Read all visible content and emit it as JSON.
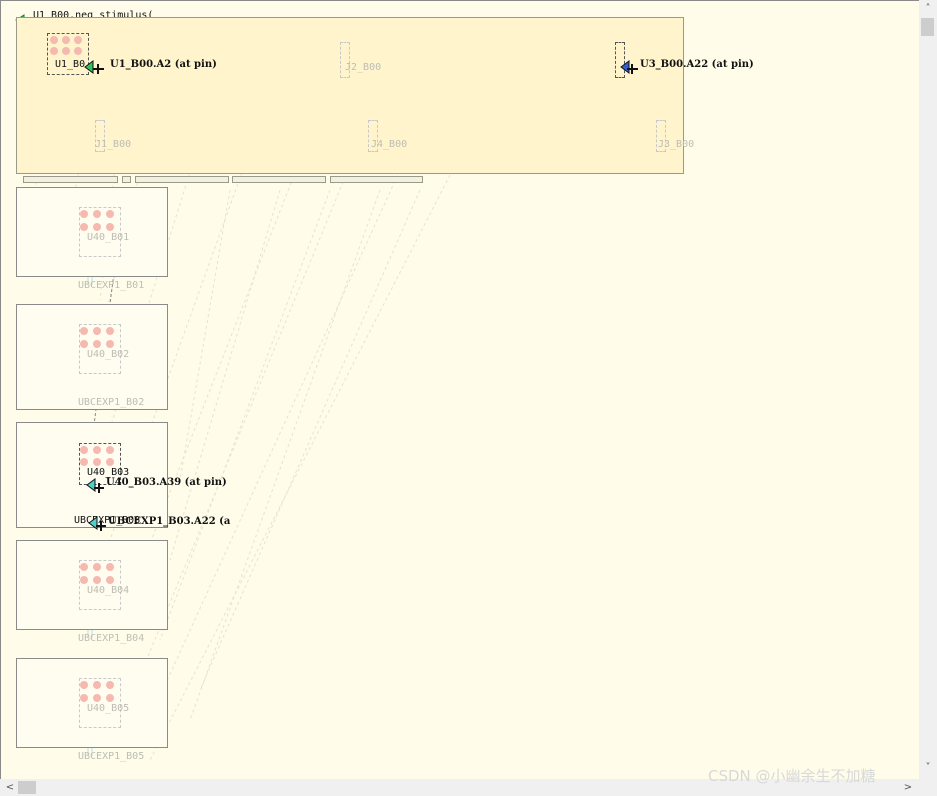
{
  "net": {
    "name": "U1_B00.neg_stimulus("
  },
  "main_board": {
    "chip_label": "U1_B0",
    "src_overlap_label": "U1_B00.A2 (at pin)",
    "dst_label": "U3_B00.A22 (at pin)",
    "ghost_labels": [
      "J1_B00",
      "J2_B00",
      "J3_B00",
      "J4_B00"
    ]
  },
  "boards": [
    {
      "chip": "U40_B01",
      "connector": "UBCEXP1_B01",
      "active": false,
      "pins": []
    },
    {
      "chip": "U40_B02",
      "connector": "UBCEXP1_B02",
      "active": false,
      "pins": []
    },
    {
      "chip": "U40_B03",
      "connector": "UBCEXP1_B03",
      "active": true,
      "pins": [
        "U40_B03.A39 (at pin)",
        "UBCEXP1_B03.A22 (a"
      ]
    },
    {
      "chip": "U40_B04",
      "connector": "UBCEXP1_B04",
      "active": false,
      "pins": []
    },
    {
      "chip": "U40_B05",
      "connector": "UBCEXP1_B05",
      "active": false,
      "pins": []
    }
  ],
  "scroll": {
    "up": "˄",
    "down": "˅",
    "left": "<",
    "right": ">"
  },
  "watermark": "CSDN @小幽余生不加糖",
  "colors": {
    "canvas": "#fffdea",
    "board_main": "#fff4cc",
    "net_line": "#e88070",
    "active_pin": "#4fd0c8",
    "green_pin": "#38c060"
  }
}
